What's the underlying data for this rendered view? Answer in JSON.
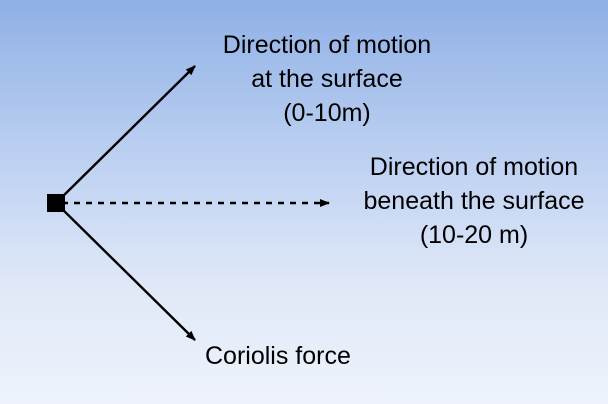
{
  "diagram": {
    "labels": {
      "surface": {
        "lines": [
          "Direction of motion",
          "at the surface",
          "(0-10m)"
        ]
      },
      "beneath": {
        "lines": [
          "Direction of motion",
          "beneath the surface",
          "(10-20 m)"
        ]
      },
      "coriolis": {
        "text": "Coriolis force"
      }
    },
    "colors": {
      "stroke": "#000000",
      "background_top": "#8fb0e6",
      "background_bottom": "#eef3fb"
    }
  }
}
